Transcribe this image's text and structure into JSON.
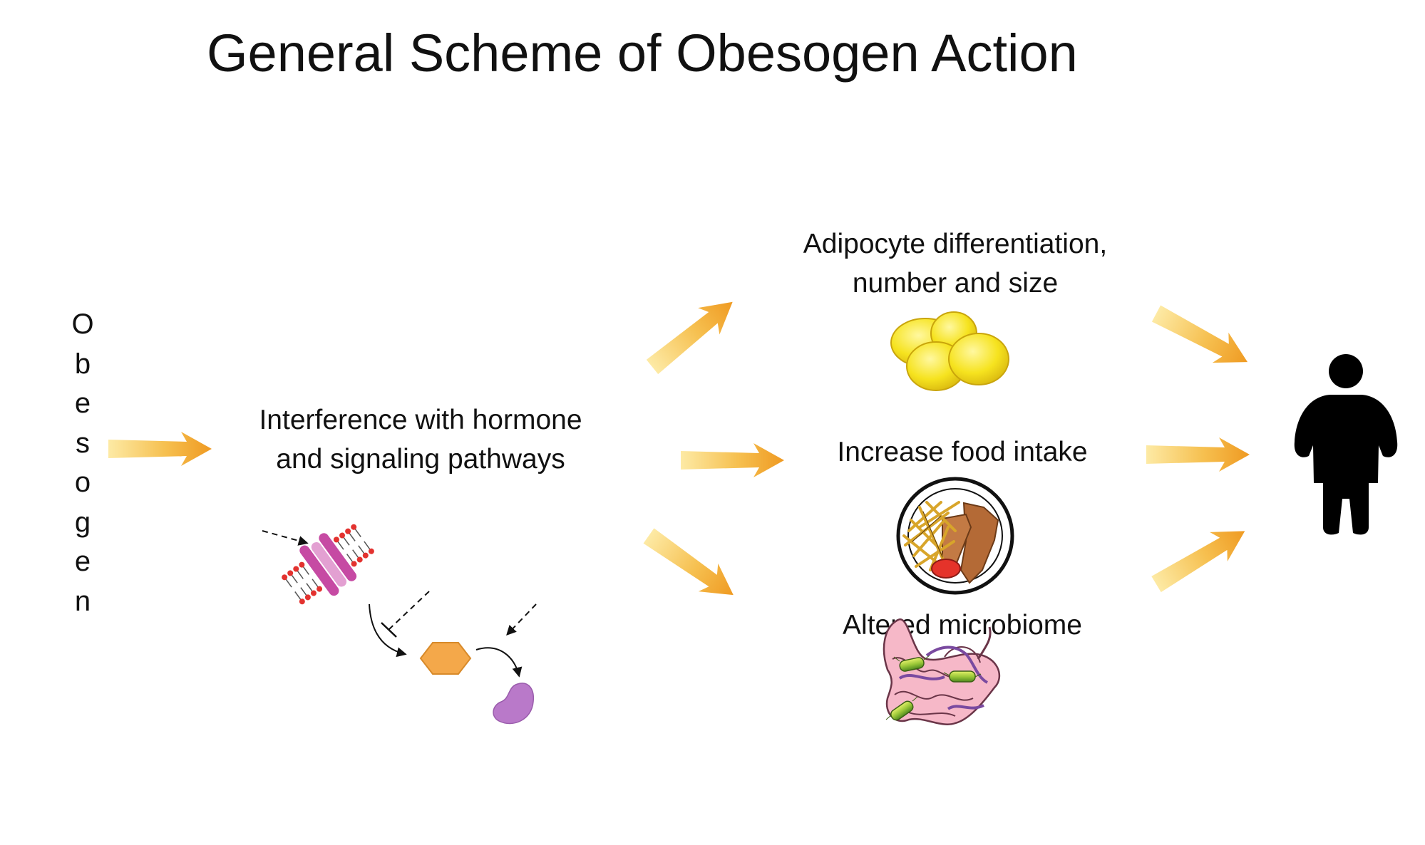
{
  "title": "General Scheme of Obesogen Action",
  "obesogen_letters": [
    "O",
    "b",
    "e",
    "s",
    "o",
    "g",
    "e",
    "n"
  ],
  "labels": {
    "interference_line1": "Interference with hormone",
    "interference_line2": "and signaling pathways",
    "adipocyte_line1": "Adipocyte differentiation,",
    "adipocyte_line2": "number and size",
    "food": "Increase food intake",
    "microbiome": "Altered microbiome"
  },
  "colors": {
    "arrow_light": "#fde7a0",
    "arrow_dark": "#f2a22c",
    "fat_cell": "#f6e31f",
    "receptor": "#c64aa3",
    "hexagon": "#f4a84a",
    "protein": "#b979c9",
    "gut": "#f6b8c8",
    "bacteria": "#9dc93a",
    "person": "#000000"
  },
  "icons": [
    "fat-cells-icon",
    "food-plate-icon",
    "gut-microbiome-icon",
    "receptor-pathway-icon",
    "obese-person-icon"
  ]
}
